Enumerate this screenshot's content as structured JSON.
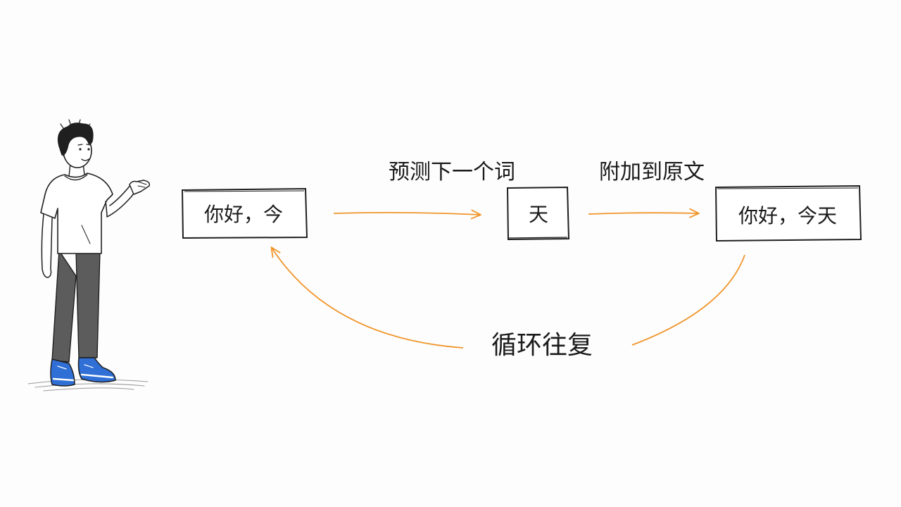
{
  "colors": {
    "background": "#fdfdfd",
    "ink": "#1f1f1f",
    "arrow": "#f0952a",
    "shoe": "#2f6fd6",
    "pants": "#5c5c5c"
  },
  "diagram": {
    "nodes": {
      "input": "你好，今",
      "predicted": "天",
      "output": "你好，今天"
    },
    "edges": {
      "predict": "预测下一个词",
      "append": "附加到原文",
      "loop": "循环往复"
    }
  },
  "icons": {
    "presenter": "person-presenting-icon"
  }
}
